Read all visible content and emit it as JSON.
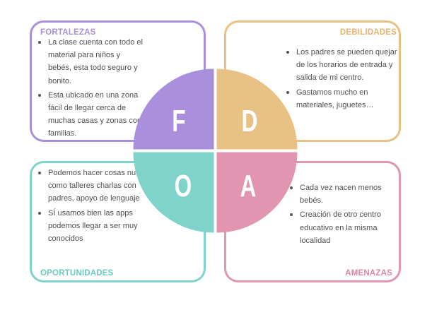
{
  "colors": {
    "fortalezas": "#a98fdc",
    "debilidades": "#e8c185",
    "oportunidades": "#7fd3ca",
    "amenazas": "#e195b0"
  },
  "quadrants": {
    "fortalezas": {
      "title": "FORTALEZAS",
      "letter": "F",
      "items": [
        "La clase cuenta con todo el material para niños y bebés, esta todo seguro y bonito.",
        "Esta ubicado en una zona fácil de llegar cerca de muchas casas y zonas con familias."
      ]
    },
    "debilidades": {
      "title": "DEBILIDADES",
      "letter": "D",
      "items": [
        "Los padres se pueden quejar de los horarios de entrada y salida de mi centro.",
        "Gastamos mucho en materiales, juguetes…"
      ]
    },
    "oportunidades": {
      "title": "OPORTUNIDADES",
      "letter": "O",
      "items": [
        "Podemos hacer cosas nuevas como talleres charlas con padres, apoyo de lenguaje",
        "SÍ usamos bien las apps podemos llegar a ser muy conocidos"
      ]
    },
    "amenazas": {
      "title": "AMENAZAS",
      "letter": "A",
      "items": [
        "Cada vez nacen menos bebés.",
        "Creación de otro centro educativo en la misma localidad"
      ]
    }
  }
}
